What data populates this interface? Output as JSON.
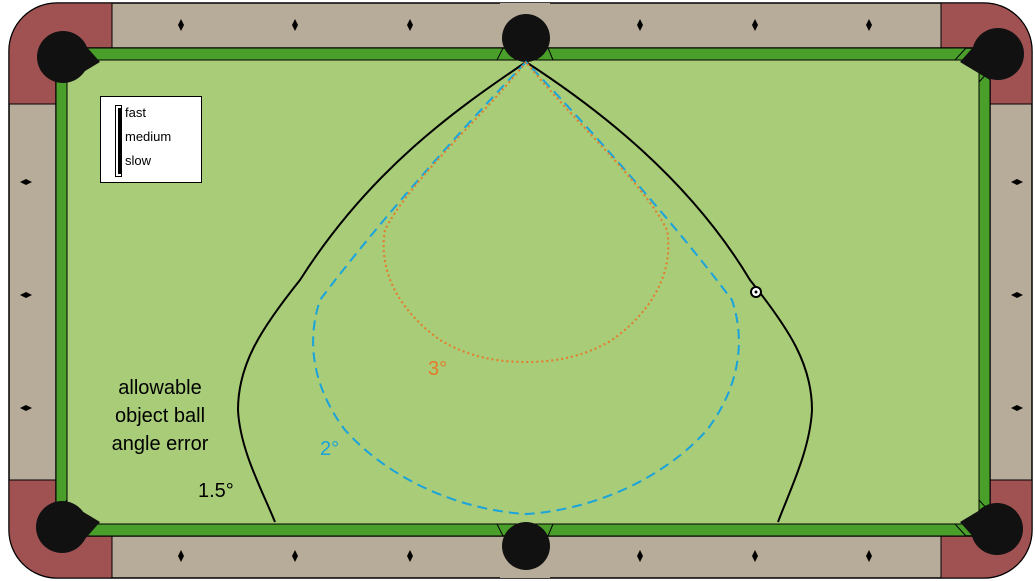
{
  "legend": {
    "fast": "fast",
    "medium": "medium",
    "slow": "slow"
  },
  "annotation": {
    "line1": "allowable",
    "line2": "object ball",
    "line3": "angle error"
  },
  "labels": {
    "deg_3": "3°",
    "deg_2": "2°",
    "deg_1_5": "1.5°"
  },
  "colors": {
    "rail_wood": "#b7ab99",
    "corner_leather": "#a05252",
    "cloth": "#a8cc78",
    "cushion": "#4a9e2a",
    "pocket": "#111111",
    "curve_3": "#e67a2a",
    "curve_2": "#1aa3dc",
    "curve_1_5": "#000000"
  }
}
